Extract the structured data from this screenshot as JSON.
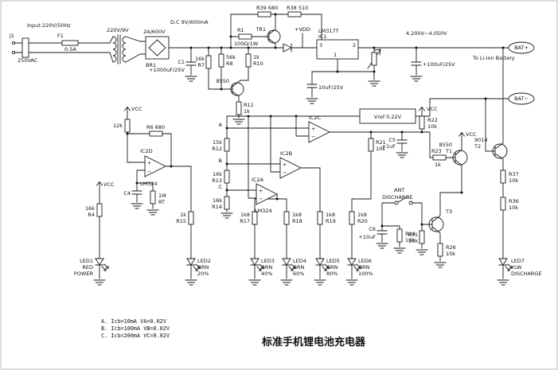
{
  "title": "标准手机锂电池充电器",
  "notes": [
    "A.   Icb=10mA      VA=0.02V",
    "B.   Icb=100mA     VB=0.02V",
    "C.   Icb=200mA     VC=0.02V"
  ],
  "labels": {
    "input": "Input:220V/50Hz",
    "j1": "J1",
    "f1": "F1",
    "fuse": "0.5A",
    "vac": "250VAC",
    "xfmr": "220V/9V",
    "br_rating": "2A/600V",
    "br1": "BR1",
    "dc_out": "D.C 9V/600mA",
    "c1": "C1",
    "c1_val": "+1000uF/25V",
    "r7": "16k",
    "r7n": "R7",
    "r8": "56k",
    "r8n": "R8",
    "r10": "1k",
    "r10n": "R10",
    "q1": "8550",
    "r11": "1k",
    "r11n": "R11",
    "tr1": "TR1",
    "r1": "100Ω/1W",
    "r1n": "R1",
    "r39": "R39  680",
    "r38": "R38  510",
    "vdd": "+VDD",
    "ic1": "LM317T",
    "ic1n": "IC1",
    "pin1": "1",
    "pin2": "2",
    "pin3": "3",
    "vout": "4.200V~4.050V",
    "bat_pos": "BAT+",
    "bat_neg": "BAT−",
    "to_batt": "To Li-ion Battery",
    "c2": "10uF/25V",
    "c3": "+100uF/25V",
    "vref": "Vref  0.22V",
    "ic2a": "IC2A",
    "ic2b": "IC2B",
    "ic2c": "IC2C",
    "ic2d": "IC2D",
    "lm324a": "LM324",
    "lm324d": "LM324",
    "node_a": "A",
    "node_b": "B",
    "node_c": "C",
    "plus": "+",
    "minus": "−",
    "r12": "15k",
    "r12n": "R12",
    "r13": "16k",
    "r13n": "R13",
    "r14": "16k",
    "r14n": "R14",
    "r15": "1k",
    "r15n": "R15",
    "r17": "1k8",
    "r17n": "R17",
    "r18": "1k8",
    "r18n": "R18",
    "r19": "1k8",
    "r19n": "R19",
    "r20": "1k8",
    "r20n": "R20",
    "r21": "10k",
    "r21n": "R21",
    "vcc": "VCC",
    "r5": "12k",
    "r6": "R6  680",
    "rt": "1M",
    "rtn": "RT",
    "c4": "C4",
    "r4": "16k",
    "r4n": "R4",
    "c5": "C5",
    "c5v": "+1uF",
    "r22": "10k",
    "r22n": "R22",
    "q2": "8550",
    "q2n": "T1",
    "r23": "1k",
    "r23n": "R23",
    "q3": "9014",
    "q3n": "T2",
    "r37": "10k",
    "r37n": "R37",
    "r36": "10k",
    "r36n": "R36",
    "sw": "ANT",
    "sw2": "DISCHARGE",
    "q4": "T3",
    "r31": "10k",
    "r31n": "R31",
    "r34": "10k",
    "r34n": "R34",
    "r26": "10k",
    "r26n": "R26",
    "c6": "C6",
    "c6v": "+10uF",
    "led1": "LED1",
    "led1c": "RED",
    "led1f": "POWER",
    "led2": "LED2",
    "led3": "LED3",
    "led4": "LED4",
    "led5": "LED5",
    "led6": "LED6",
    "grn": "GRN",
    "p20": "20%",
    "p40": "40%",
    "p60": "60%",
    "p80": "80%",
    "p100": "100%",
    "led7": "LED7",
    "led7c": "YLW",
    "led7f": "DISCHARGE"
  }
}
